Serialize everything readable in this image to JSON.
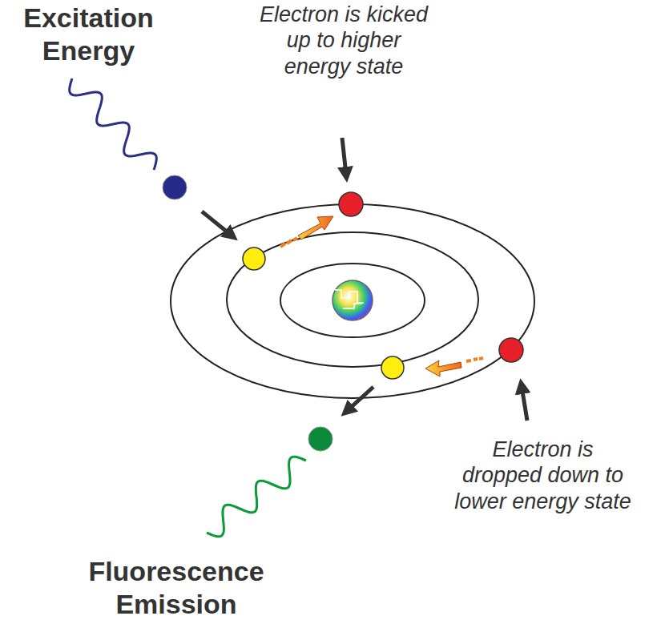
{
  "diagram": {
    "labels": [
      "Excitation Energy",
      "Electron is kicked up to higher energy state",
      "Electron is dropped down to lower energy state",
      "Fluorescence Emission"
    ]
  }
}
